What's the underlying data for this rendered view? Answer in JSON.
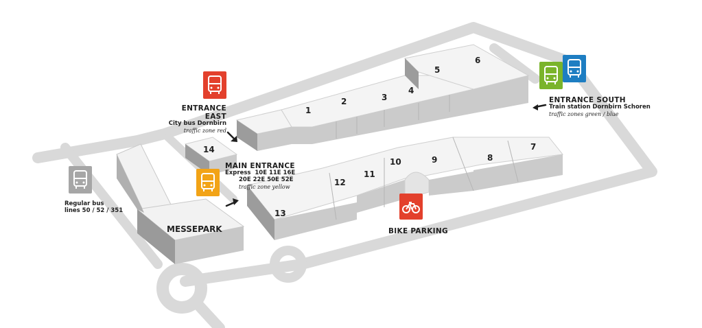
{
  "halls": [
    {
      "label": "1"
    },
    {
      "label": "2"
    },
    {
      "label": "3"
    },
    {
      "label": "4"
    },
    {
      "label": "5"
    },
    {
      "label": "6"
    },
    {
      "label": "7"
    },
    {
      "label": "8"
    },
    {
      "label": "9"
    },
    {
      "label": "10"
    },
    {
      "label": "11"
    },
    {
      "label": "12"
    },
    {
      "label": "13"
    },
    {
      "label": "14"
    }
  ],
  "messepark": {
    "label": "MESSEPARK"
  },
  "entrance_east": {
    "title": "ENTRANCE EAST",
    "subtitle": "City bus Dornbirn",
    "zone": "traffic zone red",
    "icon": "bus-icon",
    "color": "#e3402c"
  },
  "main_entrance": {
    "title": "MAIN ENTRANCE",
    "line1": "Express  10E 11E 16E",
    "line2": "20E 22E 50E 52E",
    "zone": "traffic zone yellow",
    "icon": "bus-icon",
    "color": "#f2a316"
  },
  "entrance_south": {
    "title": "ENTRANCE SOUTH",
    "subtitle": "Train station Dornbirn Schoren",
    "zone": "traffic zones green / blue",
    "icons": [
      "bus-icon",
      "train-icon"
    ],
    "colors": [
      "#7ab42b",
      "#1e7ec2"
    ]
  },
  "regular_bus": {
    "line1": "Regular bus",
    "line2": "lines 50 / 52 / 351",
    "icon": "bus-icon",
    "color": "#a6a6a6"
  },
  "bike_parking": {
    "title": "BIKE PARKING",
    "icon": "bicycle-icon",
    "color": "#e3402c"
  }
}
